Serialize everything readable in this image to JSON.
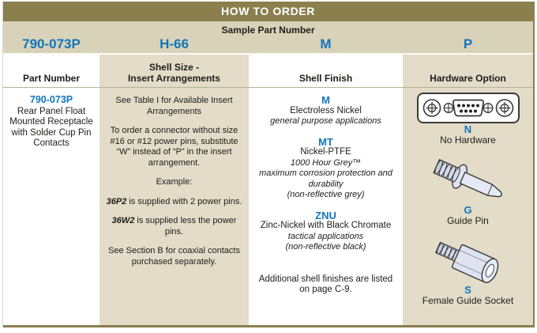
{
  "title": "HOW TO ORDER",
  "sample": {
    "label": "Sample Part Number",
    "values": [
      "790-073P",
      "H-66",
      "M",
      "P"
    ]
  },
  "columns": [
    {
      "id": "part-number",
      "lines": [
        "Part Number"
      ]
    },
    {
      "id": "shell-size-insert-arrangements",
      "lines": [
        "Shell Size -",
        "Insert Arrangements"
      ]
    },
    {
      "id": "shell-finish",
      "lines": [
        "Shell Finish"
      ]
    },
    {
      "id": "hardware-option",
      "lines": [
        "Hardware Option"
      ]
    }
  ],
  "part_number": {
    "code": "790-073P",
    "description": "Rear Panel Float Mounted Receptacle with Solder Cup Pin Contacts"
  },
  "shell_size": {
    "para1": "See Table I for Available Insert Arrangements",
    "para2": "To order a connector without size #16 or #12 power pins, substitute “W” instead of “P” in the insert arrangement.",
    "example_label": "Example:",
    "example1": {
      "code": "36P2",
      "text": " is supplied with 2 power pins."
    },
    "example2": {
      "code": "36W2",
      "text": " is supplied less the power pins."
    },
    "note": "See Section B for coaxial contacts purchased separately."
  },
  "shell_finish": {
    "options": [
      {
        "code": "M",
        "name": "Electroless Nickel",
        "italic": [
          "general purpose applications"
        ]
      },
      {
        "code": "MT",
        "name": "Nickel-PTFE",
        "italic": [
          "1000 Hour Grey™",
          "maximum corrosion protection and durability",
          "(non-reflective grey)"
        ]
      },
      {
        "code": "ZNU",
        "name": "Zinc-Nickel with Black Chromate",
        "italic": [
          "tactical applications",
          "(non-reflective black)"
        ]
      }
    ],
    "note": "Additional shell finishes are listed on page C-9."
  },
  "hardware": {
    "options": [
      {
        "code": "N",
        "name": "No Hardware",
        "icon": "dsub-connector-face-icon"
      },
      {
        "code": "G",
        "name": "Guide Pin",
        "icon": "guide-pin-icon"
      },
      {
        "code": "S",
        "name": "Female Guide Socket",
        "icon": "female-guide-socket-icon"
      }
    ]
  },
  "colors": {
    "olive_header": "#8b7f4e",
    "sample_band_tan": "#d8d2b8",
    "cell_tan": "#e2dcc8",
    "accent_blue": "#1176bc"
  }
}
